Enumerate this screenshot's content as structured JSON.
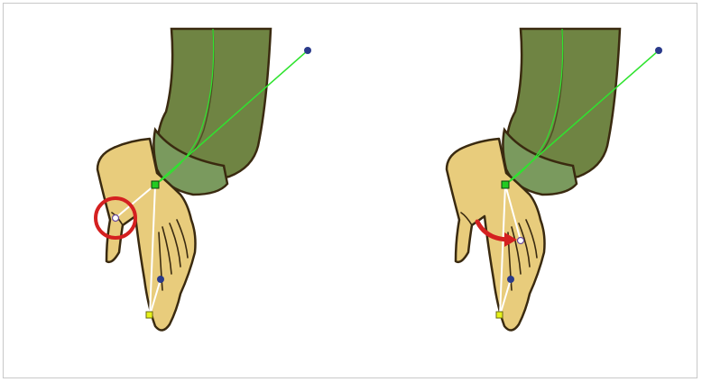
{
  "figure": {
    "panels": [
      {
        "id": "before",
        "highlight": "circle-marker"
      },
      {
        "id": "after",
        "highlight": "arrow-marker"
      }
    ]
  },
  "colors": {
    "sleeve": "#6f8443",
    "cuff": "#7a9a5e",
    "skin": "#e8cc7c",
    "outline": "#3a2a10",
    "bone_green": "#2fe32f",
    "bone_white": "#ffffff",
    "joint_blue": "#2a3a8a",
    "joint_green": "#22cc22",
    "joint_yellow": "#e6f21a",
    "marker_red": "#d42020"
  }
}
